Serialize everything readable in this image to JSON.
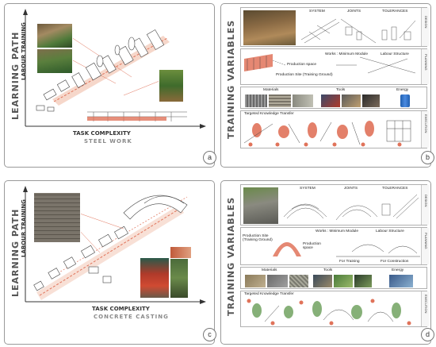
{
  "panel_a": {
    "title": "LEARNING PATH",
    "subtitle": "LABOUR TRAINING",
    "x_axis": "TASK COMPLEXITY",
    "x_sub": "STEEL WORK",
    "tag": "a"
  },
  "panel_b": {
    "title": "TRAINING VARIABLES",
    "headers": {
      "system": "SYSTEM",
      "joints": "JOINTS",
      "tolerances": "TOLERANCES"
    },
    "planning": {
      "works": "Works : Minimum Module",
      "labour": "Labour Structure",
      "production_space": "Production space",
      "production_site": "Production Site (Training Ground)"
    },
    "resources": {
      "materials": "Materials",
      "tools": "Tools",
      "energy": "Energy"
    },
    "knowledge": "Targeted Knowledge Transfer",
    "sides": {
      "design": "DESIGN",
      "planning": "PLANNING",
      "execution": "EXECUTION"
    },
    "tag": "b"
  },
  "panel_c": {
    "title": "LEARNING PATH",
    "subtitle": "LABOUR TRAINING",
    "x_axis": "TASK COMPLEXITY",
    "x_sub": "CONCRETE CASTING",
    "tag": "c"
  },
  "panel_d": {
    "title": "TRAINING VARIABLES",
    "headers": {
      "system": "SYSTEM",
      "joints": "JOINTS",
      "tolerances": "TOLERANCES"
    },
    "planning": {
      "works": "Works : Minimum Module",
      "labour": "Labour Structure",
      "production_site": "Production Site (Training Ground)",
      "production_space": "Production space",
      "for_training": "For Training",
      "for_construction": "For Construction"
    },
    "resources": {
      "materials": "Materials",
      "tools": "Tools",
      "energy": "Energy"
    },
    "knowledge": "Targeted Knowledge Transfer",
    "sides": {
      "design": "DESIGN",
      "planning": "PLANNING",
      "execution": "EXECUTION"
    },
    "tag": "d"
  },
  "colors": {
    "accent": "#e0735a",
    "border": "#9a9a9a",
    "title_gray": "#555555",
    "subtitle_gray": "#8a8a8a"
  }
}
